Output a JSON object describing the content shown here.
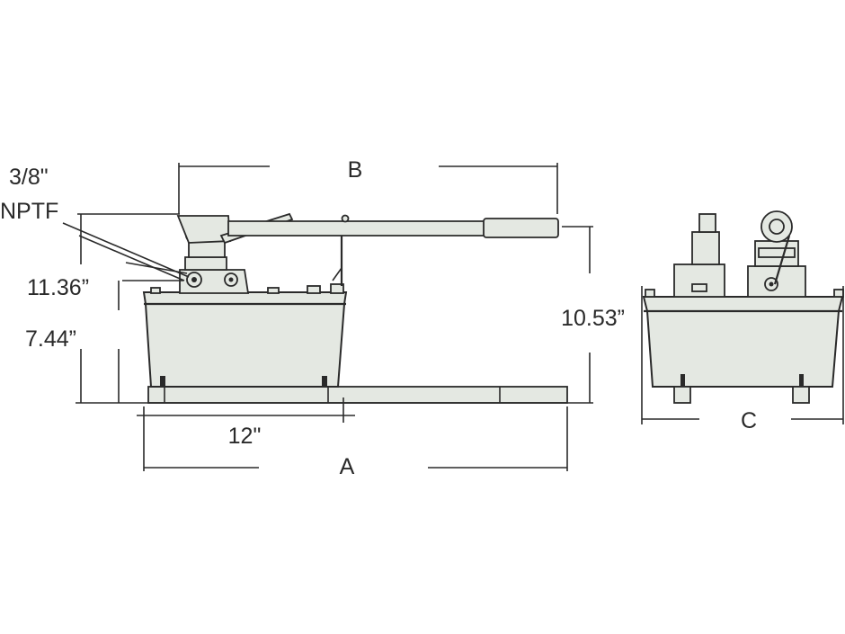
{
  "labels": {
    "port_size": "3/8\"",
    "port_type": "NPTF",
    "height_port": "11.36”",
    "height_tank": "7.44”",
    "width_tank": "12\"",
    "dim_a": "A",
    "dim_b": "B",
    "height_overall": "10.53”",
    "dim_c": "C"
  },
  "colors": {
    "body": "#e4e8e2",
    "line": "#2a2a2a"
  }
}
